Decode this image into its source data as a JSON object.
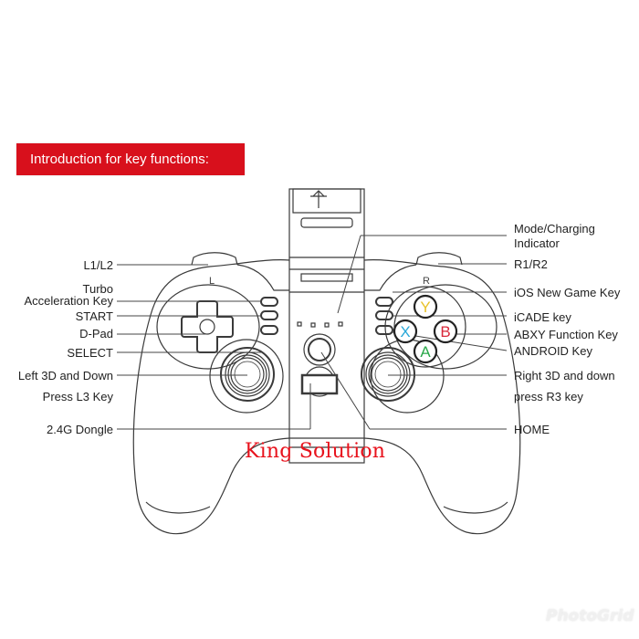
{
  "banner": {
    "title": "Introduction for key functions:"
  },
  "labels_left": [
    {
      "id": "l1l2",
      "text": "L1/L2"
    },
    {
      "id": "turbo_1",
      "text": "Turbo"
    },
    {
      "id": "turbo_2",
      "text": "Acceleration Key"
    },
    {
      "id": "start",
      "text": "START"
    },
    {
      "id": "dpad",
      "text": "D-Pad"
    },
    {
      "id": "select",
      "text": "SELECT"
    },
    {
      "id": "left3d_1",
      "text": "Left 3D and Down"
    },
    {
      "id": "left3d_2",
      "text": "Press L3 Key"
    },
    {
      "id": "dongle",
      "text": "2.4G Dongle"
    }
  ],
  "labels_right": [
    {
      "id": "mode_1",
      "text": "Mode/Charging"
    },
    {
      "id": "mode_2",
      "text": "Indicator"
    },
    {
      "id": "r1r2",
      "text": "R1/R2"
    },
    {
      "id": "ios",
      "text": "iOS New Game Key"
    },
    {
      "id": "icade",
      "text": "iCADE key"
    },
    {
      "id": "abxy",
      "text": "ABXY Function Key"
    },
    {
      "id": "android",
      "text": "ANDROID Key"
    },
    {
      "id": "right3d_1",
      "text": "Right 3D and down"
    },
    {
      "id": "right3d_2",
      "text": "press R3 key"
    },
    {
      "id": "home",
      "text": "HOME"
    }
  ],
  "controller": {
    "shoulder_left": "L",
    "shoulder_right": "R",
    "buttons": {
      "Y": {
        "letter": "Y",
        "color": "#e8c22a"
      },
      "X": {
        "letter": "X",
        "color": "#2aa8d8"
      },
      "B": {
        "letter": "B",
        "color": "#d8283a"
      },
      "A": {
        "letter": "A",
        "color": "#2aa84a"
      }
    }
  },
  "brand": {
    "text": "King Solution",
    "color": "#e8121c"
  },
  "watermark": {
    "text": "PhotoGrid"
  },
  "colors": {
    "banner": "#d8101c",
    "line": "#333333"
  }
}
